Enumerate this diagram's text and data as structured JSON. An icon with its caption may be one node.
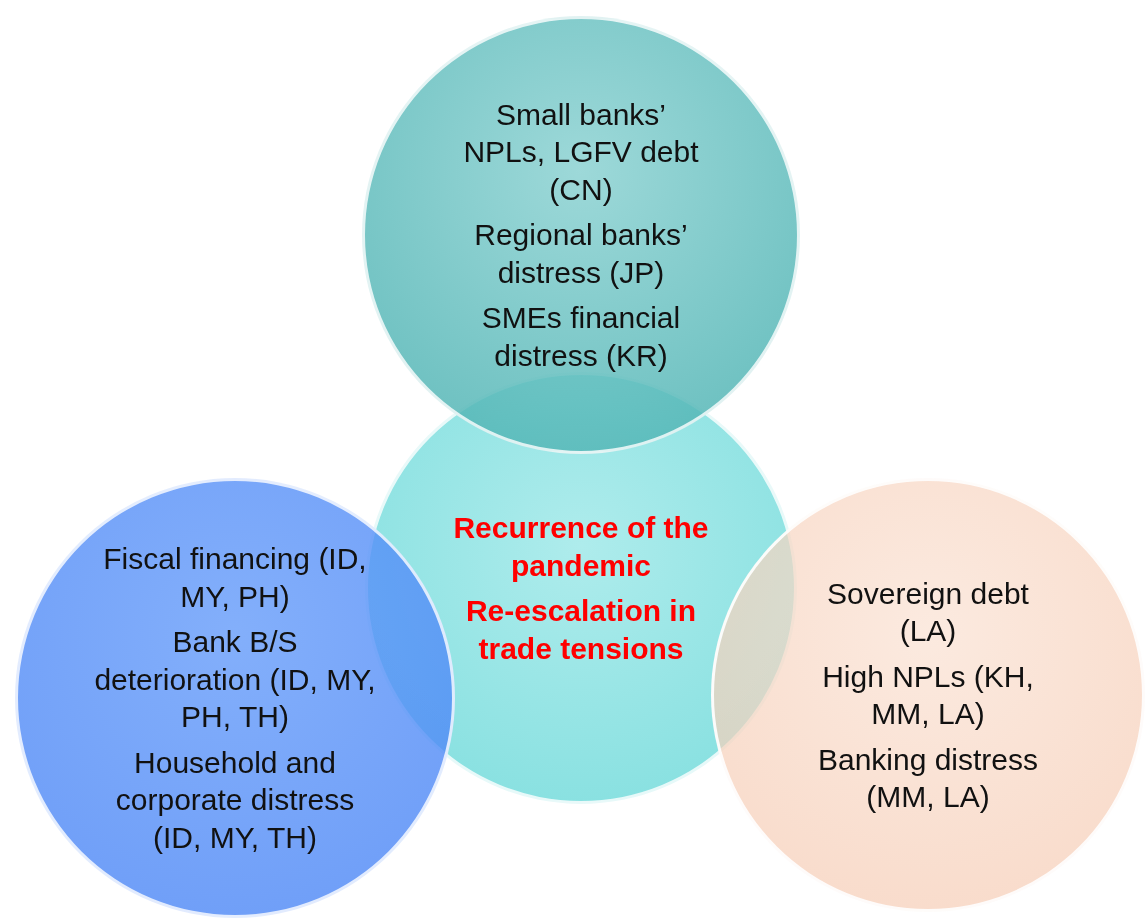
{
  "diagram": {
    "nodes": [
      {
        "text": [
          "Small banks’ NPLs, LGFV debt (CN)",
          "Regional banks’ distress (JP)",
          "SMEs financial distress (KR)"
        ]
      },
      {
        "text": [
          "Recurrence of the pandemic",
          "Re-escalation in trade tensions"
        ]
      },
      {
        "text": [
          "Fiscal financing (ID, MY, PH)",
          "Bank B/S deterioration (ID, MY, PH, TH)",
          "Household and corporate distress (ID, MY, TH)"
        ]
      },
      {
        "text": [
          "Sovereign debt (LA)",
          "High NPLs (KH, MM, LA)",
          "Banking distress (MM, LA)"
        ]
      }
    ]
  }
}
